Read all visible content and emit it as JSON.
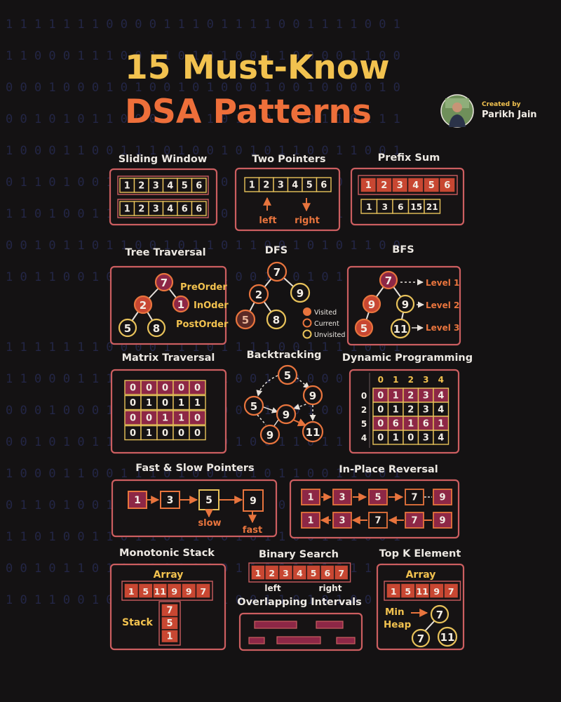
{
  "title": {
    "line1": "15 Must-Know",
    "line2": "DSA Patterns"
  },
  "creator": {
    "caption": "Created by",
    "name": "Parikh Jain"
  },
  "background_binary": [
    "1 1 1 1 1 1 1 0 0 0 0 1 1 1 0 1 1 1 1 0 0 1 1 1 1 0 0 1",
    "1 1 0 0 0 1 1 1 0 0 1 1 0 1 0 1 0 0 1 1 0 0 0 0 1 1 0 0",
    "0 0 0 1 0 0 0 1 0 1 0 0 1 0 1 0 0 0 1 0 0 1 0 0 0 0 1 0",
    "0 0 1 0 1 0 1 1 0 0 0 1 0 0 1 0 1 0 0 1 1 0 1 1 0 1 1 1",
    "1 0 0 0 1 1 0 0 1 1 1 0 1 0 0 1 0 1 0 1 1 0 0 1 1 0 0 1",
    "0 1 1 0 1 0 0 1 0 0 0 1 1 0 1 0 0 1 1 0 1 0 1 0 0 1 0 0",
    "1 1 0 1 0 0 1 1 0 1 1 0 1 1 0 0 1 0 1 1 0 0 1 1 1 0 0 1",
    "0 0 1 0 1 1 0 1 1 0 0 1 0 1 1 0 1 1 0 0 1 0 1 0 1 1 0 0",
    "1 0 1 1 0 0 1 0 1 1 0 0 1 1 0 1 0 0 1 1 0 1 0 1 0 0 1 0"
  ],
  "sections": {
    "sliding_window": {
      "title": "Sliding Window",
      "row1": [
        "1",
        "2",
        "3",
        "4",
        "5",
        "6"
      ],
      "row2": [
        "1",
        "2",
        "3",
        "4",
        "6",
        "6"
      ]
    },
    "two_pointers": {
      "title": "Two Pointers",
      "cells": [
        "1",
        "2",
        "3",
        "4",
        "5",
        "6"
      ],
      "left": "left",
      "right": "right"
    },
    "prefix_sum": {
      "title": "Prefix Sum",
      "row1": [
        "1",
        "2",
        "3",
        "4",
        "5",
        "6"
      ],
      "row2": [
        "1",
        "3",
        "6",
        "15",
        "21"
      ]
    },
    "tree_traversal": {
      "title": "Tree Traversal",
      "nodes": [
        "7",
        "2",
        "1",
        "5",
        "8"
      ],
      "labels": [
        "PreOrder",
        "InOder",
        "PostOrder"
      ]
    },
    "dfs": {
      "title": "DFS",
      "nodes": [
        "7",
        "2",
        "9",
        "5",
        "8"
      ],
      "legend": [
        "Visited",
        "Current",
        "Unvisited"
      ]
    },
    "bfs": {
      "title": "BFS",
      "nodes": [
        "7",
        "9",
        "9",
        "5",
        "11"
      ],
      "levels": [
        "Level 1",
        "Level 2",
        "Level 3"
      ]
    },
    "matrix_traversal": {
      "title": "Matrix Traversal",
      "rows": [
        [
          "0",
          "0",
          "0",
          "0",
          "0"
        ],
        [
          "0",
          "1",
          "0",
          "1",
          "1"
        ],
        [
          "0",
          "0",
          "1",
          "1",
          "0"
        ],
        [
          "0",
          "1",
          "0",
          "0",
          "0"
        ]
      ]
    },
    "backtracking": {
      "title": "Backtracking",
      "nodes": [
        "5",
        "9",
        "5",
        "9",
        "9",
        "11"
      ]
    },
    "dynamic_programming": {
      "title": "Dynamic Programming",
      "col_headers": [
        "0",
        "1",
        "2",
        "3",
        "4"
      ],
      "row_headers": [
        "0",
        "2",
        "5",
        "4"
      ],
      "rows": [
        [
          "0",
          "1",
          "2",
          "3",
          "4"
        ],
        [
          "0",
          "1",
          "2",
          "3",
          "4"
        ],
        [
          "0",
          "6",
          "1",
          "6",
          "1"
        ],
        [
          "0",
          "1",
          "0",
          "3",
          "4"
        ]
      ]
    },
    "fast_slow": {
      "title": "Fast & Slow Pointers",
      "nodes": [
        "1",
        "3",
        "5",
        "9"
      ],
      "slow": "slow",
      "fast": "fast"
    },
    "in_place_reversal": {
      "title": "In-Place Reversal",
      "row1": [
        "1",
        "3",
        "5",
        "7",
        "9"
      ],
      "row2": [
        "1",
        "3",
        "7",
        "7",
        "9"
      ]
    },
    "monotonic_stack": {
      "title": "Monotonic Stack",
      "array_label": "Array",
      "array": [
        "1",
        "5",
        "11",
        "9",
        "9",
        "7"
      ],
      "stack_label": "Stack",
      "stack": [
        "7",
        "5",
        "1"
      ]
    },
    "binary_search": {
      "title": "Binary Search",
      "cells": [
        "1",
        "2",
        "3",
        "4",
        "5",
        "6",
        "7"
      ],
      "left": "left",
      "right": "right"
    },
    "overlapping_intervals": {
      "title": "Overlapping Intervals"
    },
    "top_k": {
      "title": "Top K Element",
      "array_label": "Array",
      "array": [
        "1",
        "5",
        "11",
        "9",
        "7"
      ],
      "heap_label_1": "Min",
      "heap_label_2": "Heap",
      "heap_nodes": [
        "7",
        "7",
        "11"
      ]
    }
  },
  "colors": {
    "background": "#141213",
    "title_yellow": "#f2c24f",
    "title_orange": "#ee6f3a",
    "panel_border": "#cc5e60",
    "cell_border": "#e8c25a",
    "red_fill": "#c84732",
    "magenta_fill": "#8d2746",
    "orange_accent": "#e8743d"
  }
}
